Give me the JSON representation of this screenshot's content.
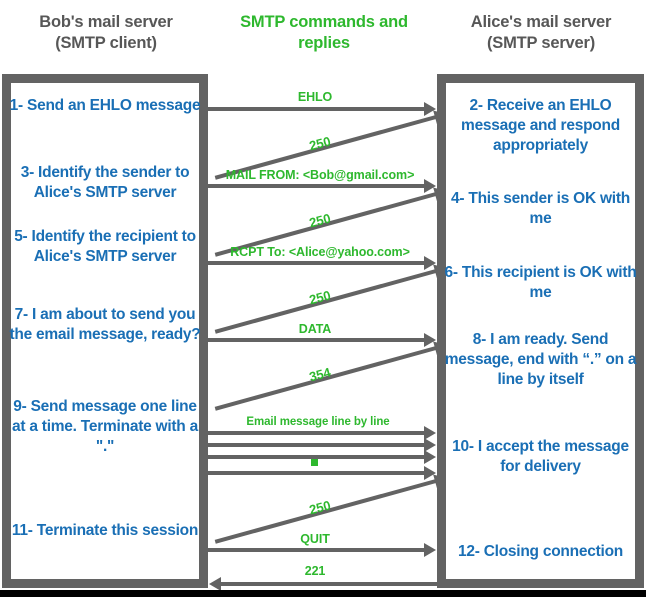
{
  "headings": {
    "left": "Bob's mail server\n(SMTP client)",
    "left_line1": "Bob's mail server",
    "left_line2": "(SMTP client)",
    "center_line1": "SMTP commands and",
    "center_line2": "replies",
    "right_line1": "Alice's mail server",
    "right_line2": "(SMTP server)"
  },
  "colors": {
    "blue": "#1a6fb5",
    "green": "#2eb82e",
    "gray": "#636363",
    "heading_gray": "#575757",
    "background": "#ffffff"
  },
  "client_steps": [
    {
      "id": "step-1",
      "text": "1- Send an EHLO message"
    },
    {
      "id": "step-3",
      "text": "3- Identify the sender to Alice's SMTP server"
    },
    {
      "id": "step-5",
      "text": "5- Identify\nthe recipient to Alice's SMTP server"
    },
    {
      "id": "step-7",
      "text": "7- I am about to send you the email message, ready?"
    },
    {
      "id": "step-9",
      "text": "9- Send message one line at a time. Terminate with a \".\""
    },
    {
      "id": "step-11",
      "text": "11- Terminate this session"
    }
  ],
  "server_steps": [
    {
      "id": "step-2",
      "text": "2- Receive an EHLO message and respond appropriately"
    },
    {
      "id": "step-4",
      "text": "4- This sender is OK with me"
    },
    {
      "id": "step-6",
      "text": "6- This recipient is OK with me"
    },
    {
      "id": "step-8",
      "text": "8-  I am ready. Send message, end with “.” on a line by itself"
    },
    {
      "id": "step-10",
      "text": "10-  I accept the message for delivery"
    },
    {
      "id": "step-12",
      "text": "12-  Closing connection"
    }
  ],
  "messages": [
    {
      "id": "msg-ehlo",
      "label": "EHLO",
      "direction": "client-to-server"
    },
    {
      "id": "reply-250-a",
      "label": "250",
      "direction": "server-to-client"
    },
    {
      "id": "msg-mailfrom",
      "label": "MAIL FROM: <Bob@gmail.com>",
      "direction": "client-to-server"
    },
    {
      "id": "reply-250-b",
      "label": "250",
      "direction": "server-to-client"
    },
    {
      "id": "msg-rcptto",
      "label": "RCPT To: <Alice@yahoo.com>",
      "direction": "client-to-server"
    },
    {
      "id": "reply-250-c",
      "label": "250",
      "direction": "server-to-client"
    },
    {
      "id": "msg-data",
      "label": "DATA",
      "direction": "client-to-server"
    },
    {
      "id": "reply-354",
      "label": "354",
      "direction": "server-to-client"
    },
    {
      "id": "msg-body-1",
      "label": "Email message line by line",
      "direction": "client-to-server"
    },
    {
      "id": "msg-body-2",
      "label": "",
      "direction": "client-to-server"
    },
    {
      "id": "msg-body-3",
      "label": "",
      "direction": "client-to-server"
    },
    {
      "id": "msg-body-4",
      "label": "",
      "direction": "client-to-server"
    },
    {
      "id": "reply-250-d",
      "label": "250",
      "direction": "server-to-client"
    },
    {
      "id": "msg-quit",
      "label": "QUIT",
      "direction": "client-to-server"
    },
    {
      "id": "reply-221",
      "label": "221",
      "direction": "server-to-client"
    }
  ],
  "labels": {
    "ehlo": "EHLO",
    "r250a": "250",
    "mailfrom": "MAIL FROM: <Bob@gmail.com>",
    "r250b": "250",
    "rcptto": "RCPT To: <Alice@yahoo.com>",
    "r250c": "250",
    "data": "DATA",
    "r354": "354",
    "body": "Email message line by line",
    "r250d": "250",
    "quit": "QUIT",
    "r221": "221"
  }
}
